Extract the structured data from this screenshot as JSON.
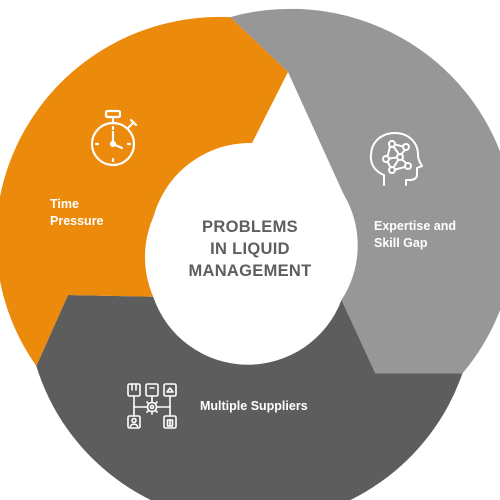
{
  "center": {
    "line1": "PROBLEMS",
    "line2": "IN LIQUID",
    "line3": "MANAGEMENT"
  },
  "segments": {
    "time_pressure": {
      "line1": "Time",
      "line2": "Pressure",
      "icon": "stopwatch-icon",
      "color": "#ec8a0b"
    },
    "expertise": {
      "line1": "Expertise and",
      "line2": "Skill Gap",
      "icon": "head-network-icon",
      "color": "#979797"
    },
    "suppliers": {
      "label": "Multiple Suppliers",
      "icon": "supplier-network-icon",
      "color": "#5d5d5d"
    }
  },
  "center_color": "#ffffff",
  "text_color": "#5e5e5e"
}
